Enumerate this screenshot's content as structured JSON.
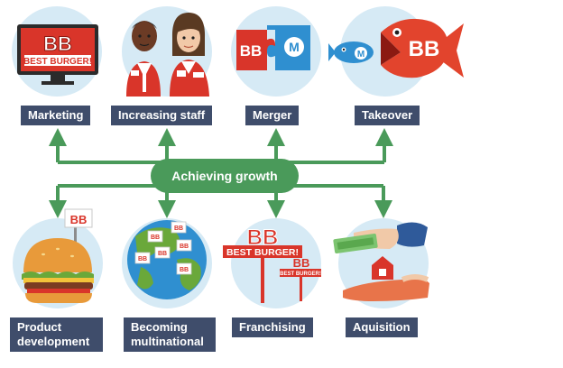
{
  "center": {
    "label": "Achieving growth"
  },
  "top_items": [
    {
      "label": "Marketing",
      "icon": "tv-billboard-icon"
    },
    {
      "label": "Increasing staff",
      "icon": "staff-people-icon"
    },
    {
      "label": "Merger",
      "icon": "puzzle-pieces-icon"
    },
    {
      "label": "Takeover",
      "icon": "fish-eating-fish-icon"
    }
  ],
  "bottom_items": [
    {
      "label_line1": "Product",
      "label_line2": "development",
      "icon": "burger-icon"
    },
    {
      "label_line1": "Becoming",
      "label_line2": "multinational",
      "icon": "globe-flags-icon"
    },
    {
      "label_line1": "Franchising",
      "icon": "signboards-icon"
    },
    {
      "label_line1": "Aquisition",
      "icon": "money-handover-icon"
    }
  ],
  "brand": {
    "logo_text": "BB",
    "logo_tagline": "BEST BURGER!",
    "rival_letter": "M"
  },
  "colors": {
    "arrow": "#4a9a5a",
    "label_bg": "#3f4d6b",
    "circle_bg": "#d6eaf5",
    "brand_red": "#d9352a",
    "rival_blue": "#2f8fd0"
  }
}
